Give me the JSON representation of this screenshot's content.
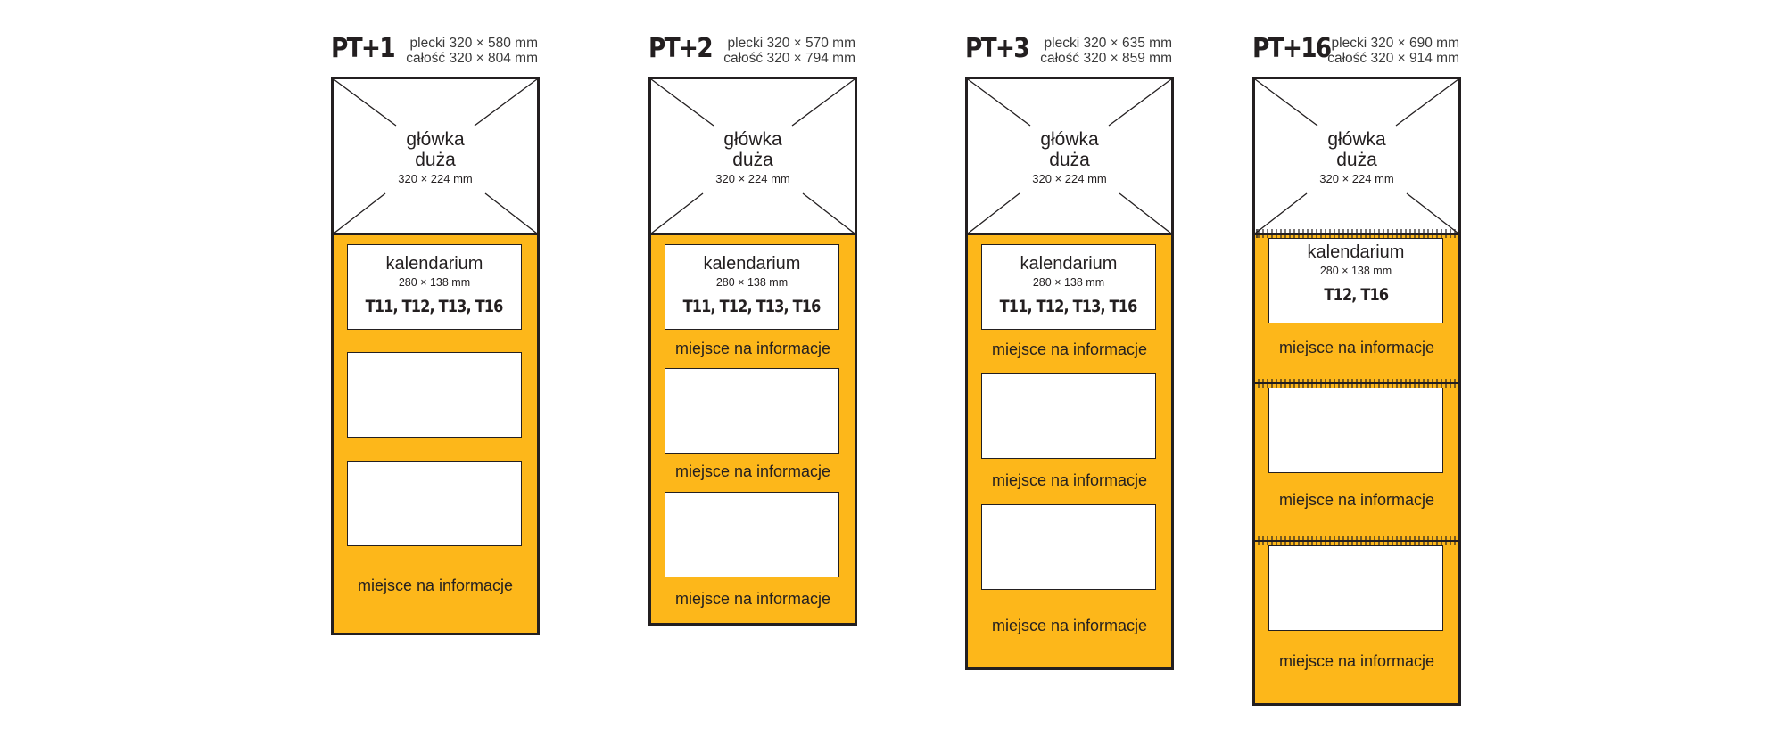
{
  "models": [
    {
      "code": "PT+1",
      "spec_line1": "plecki 320 × 580 mm",
      "spec_line2": "całość 320 × 804 mm",
      "header_name_1": "główka",
      "header_name_2": "duża",
      "header_dim": "320 × 224 mm",
      "calendar_title": "kalendarium",
      "calendar_dim": "280 × 138 mm",
      "calendar_codes": "T11, T12, T13, T16",
      "info_labels": [
        "miejsce na informacje"
      ]
    },
    {
      "code": "PT+2",
      "spec_line1": "plecki 320 × 570 mm",
      "spec_line2": "całość 320 × 794 mm",
      "header_name_1": "główka",
      "header_name_2": "duża",
      "header_dim": "320 × 224 mm",
      "calendar_title": "kalendarium",
      "calendar_dim": "280 × 138 mm",
      "calendar_codes": "T11, T12, T13, T16",
      "info_labels": [
        "miejsce na informacje",
        "miejsce na informacje",
        "miejsce na informacje"
      ]
    },
    {
      "code": "PT+3",
      "spec_line1": "plecki 320 × 635 mm",
      "spec_line2": "całość 320 × 859 mm",
      "header_name_1": "główka",
      "header_name_2": "duża",
      "header_dim": "320 × 224 mm",
      "calendar_title": "kalendarium",
      "calendar_dim": "280 × 138 mm",
      "calendar_codes": "T11, T12, T13, T16",
      "info_labels": [
        "miejsce na informacje",
        "miejsce na informacje",
        "miejsce na informacje"
      ]
    },
    {
      "code": "PT+16",
      "spec_line1": "plecki 320 × 690 mm",
      "spec_line2": "całość 320 × 914 mm",
      "header_name_1": "główka",
      "header_name_2": "duża",
      "header_dim": "320 × 224 mm",
      "calendar_title": "kalendarium",
      "calendar_dim": "280 × 138 mm",
      "calendar_codes": "T12, T16",
      "info_labels": [
        "miejsce na informacje",
        "miejsce na informacje",
        "miejsce na informacje"
      ]
    }
  ],
  "colors": {
    "board": "#fdb71a",
    "outline": "#231f20",
    "panel": "#ffffff"
  }
}
